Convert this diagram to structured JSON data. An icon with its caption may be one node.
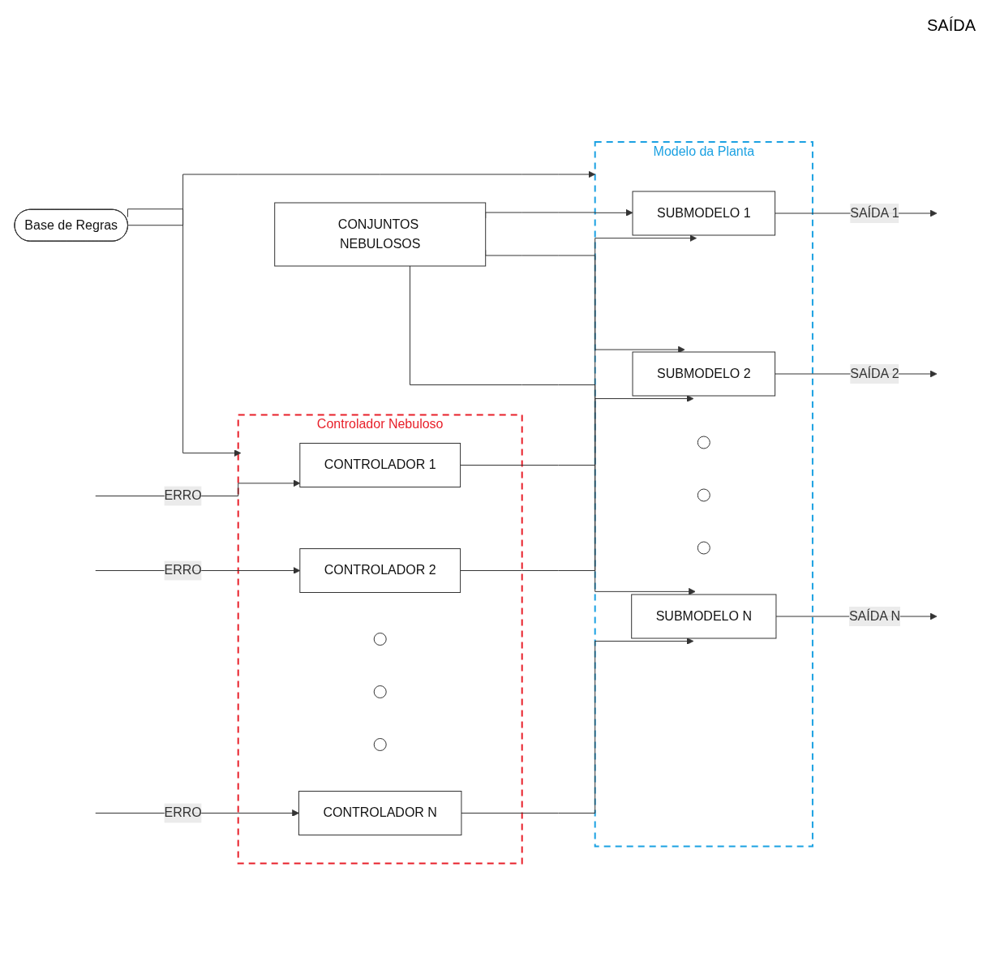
{
  "diagram": {
    "nodes": [
      {
        "text": [
          "Base de Regras"
        ]
      },
      {
        "text": [
          "Controlador Nebuloso"
        ]
      },
      {
        "text": [
          "CONTROLADOR 1"
        ],
        "in": 1
      },
      {
        "text": [
          "CONTROLADOR 2"
        ],
        "in": 1
      },
      {
        "text": [],
        "shape": "circle",
        "in": 1
      },
      {
        "text": [],
        "shape": "circle",
        "in": 1
      },
      {
        "text": [],
        "shape": "circle",
        "in": 1
      },
      {
        "text": [
          "CONTROLADOR N"
        ],
        "in": 1
      },
      {
        "text": [
          "Modelo da Planta"
        ]
      },
      {
        "text": [
          "SUBMODELO 1"
        ],
        "in": 8
      },
      {
        "text": [
          "SUBMODELO 2"
        ],
        "in": 8
      },
      {
        "text": [],
        "shape": "circle",
        "in": 8
      },
      {
        "text": [],
        "shape": "circle",
        "in": 8
      },
      {
        "text": [],
        "shape": "circle",
        "in": 8
      },
      {
        "text": [
          "SUBMODELO N"
        ],
        "in": 8
      },
      {
        "text": [
          "CONJUNTOS NEBULOSOS"
        ]
      }
    ],
    "edges": [
      {
        "from": 0,
        "to": 1,
        "arrow": "to"
      },
      {
        "from": 0,
        "to": 8,
        "arrow": "to"
      },
      {
        "from": null,
        "to": 2,
        "arrow": "to",
        "label": "ERRO"
      },
      {
        "from": null,
        "to": 3,
        "arrow": "to",
        "label": "ERRO"
      },
      {
        "from": null,
        "to": 7,
        "arrow": "to",
        "label": "ERRO"
      },
      {
        "from": 2,
        "to": 9,
        "arrow": "to"
      },
      {
        "from": 3,
        "to": 10,
        "arrow": "to"
      },
      {
        "from": 7,
        "to": 14,
        "arrow": "to"
      },
      {
        "from": 15,
        "to": 9,
        "arrow": "to"
      },
      {
        "from": 15,
        "to": 10,
        "arrow": "to"
      },
      {
        "from": 15,
        "to": 14,
        "arrow": "to"
      },
      {
        "from": 9,
        "to": null,
        "arrow": "to",
        "label": "SAÍDA 1"
      },
      {
        "from": 10,
        "to": null,
        "arrow": "to",
        "label": "SAÍDA 2"
      },
      {
        "from": 14,
        "to": null,
        "arrow": "to",
        "label": "SAÍDA N"
      }
    ],
    "labels": [
      "SAÍDA"
    ]
  }
}
